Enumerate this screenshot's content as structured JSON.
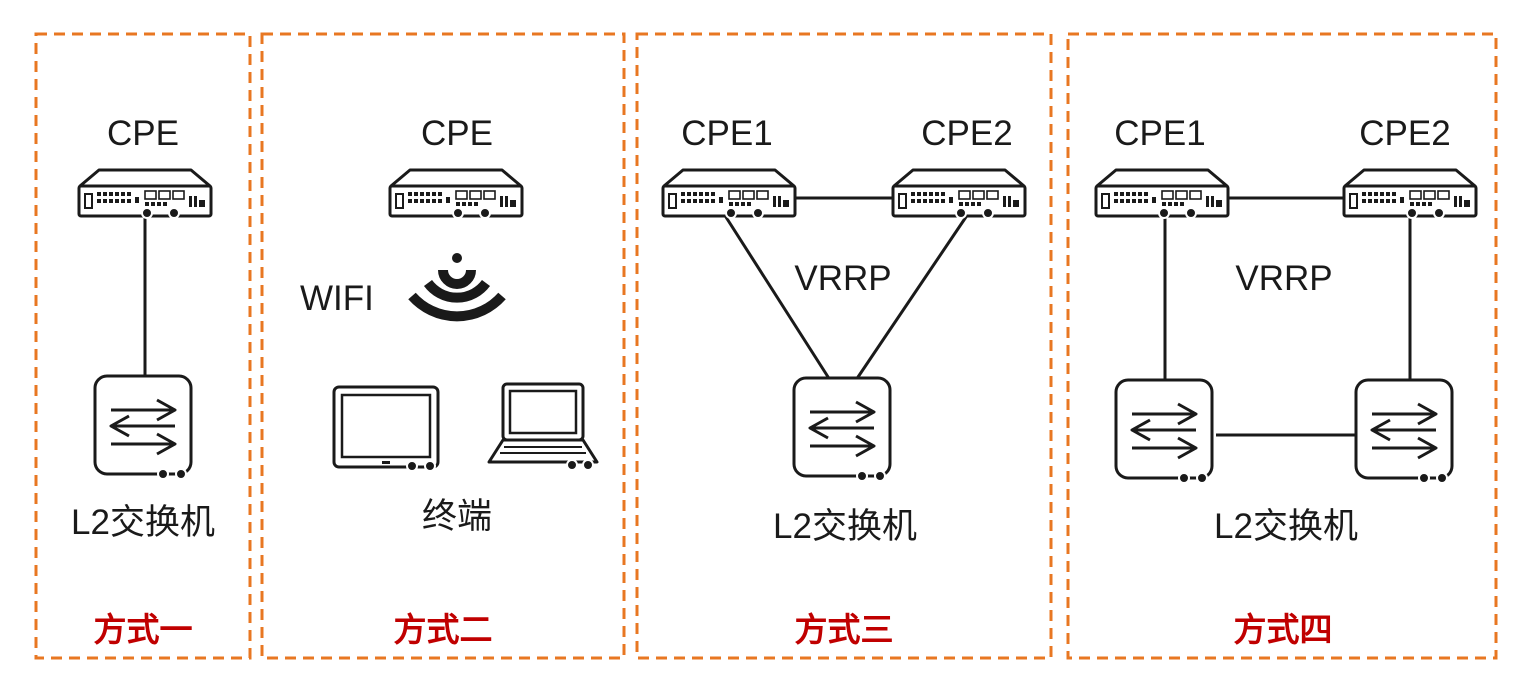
{
  "colors": {
    "frame": "#e87722",
    "caption": "#c00000",
    "device": "#1a1a1a"
  },
  "panels": [
    {
      "caption": "方式一",
      "cpe_label": "CPE",
      "switch_label": "L2交换机"
    },
    {
      "caption": "方式二",
      "cpe_label": "CPE",
      "wifi_label": "WIFI",
      "terminal_label": "终端"
    },
    {
      "caption": "方式三",
      "cpe1_label": "CPE1",
      "cpe2_label": "CPE2",
      "protocol_label": "VRRP",
      "switch_label": "L2交换机"
    },
    {
      "caption": "方式四",
      "cpe1_label": "CPE1",
      "cpe2_label": "CPE2",
      "protocol_label": "VRRP",
      "switch_label": "L2交换机"
    }
  ],
  "icons": {
    "cpe": "router-icon",
    "switch": "l2-switch-icon",
    "wifi": "wifi-icon",
    "tablet": "tablet-icon",
    "laptop": "laptop-icon"
  }
}
